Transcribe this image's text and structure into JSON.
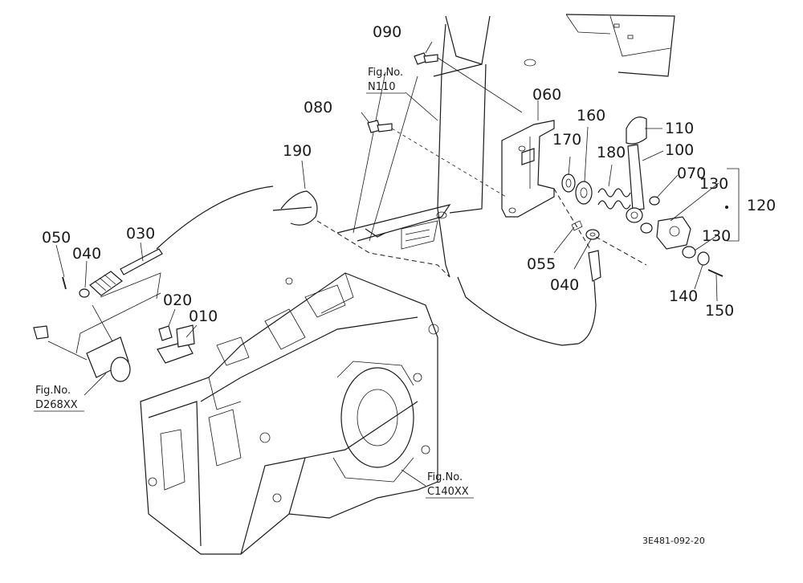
{
  "diagram": {
    "drawing_code": "3E481-092-20",
    "part_labels": {
      "p010": "010",
      "p020": "020",
      "p030": "030",
      "p040a": "040",
      "p040b": "040",
      "p050": "050",
      "p055": "055",
      "p060": "060",
      "p070": "070",
      "p080": "080",
      "p090": "090",
      "p100": "100",
      "p110": "110",
      "p120": "120",
      "p130a": "130",
      "p130b": "130",
      "p140": "140",
      "p150": "150",
      "p160": "160",
      "p170": "170",
      "p180": "180",
      "p190": "190"
    },
    "figure_refs": {
      "n110": {
        "prefix": "Fig.No.",
        "code": "N110"
      },
      "d268": {
        "prefix": "Fig.No.",
        "code": "D268XX"
      },
      "c140": {
        "prefix": "Fig.No.",
        "code": "C140XX"
      }
    }
  }
}
